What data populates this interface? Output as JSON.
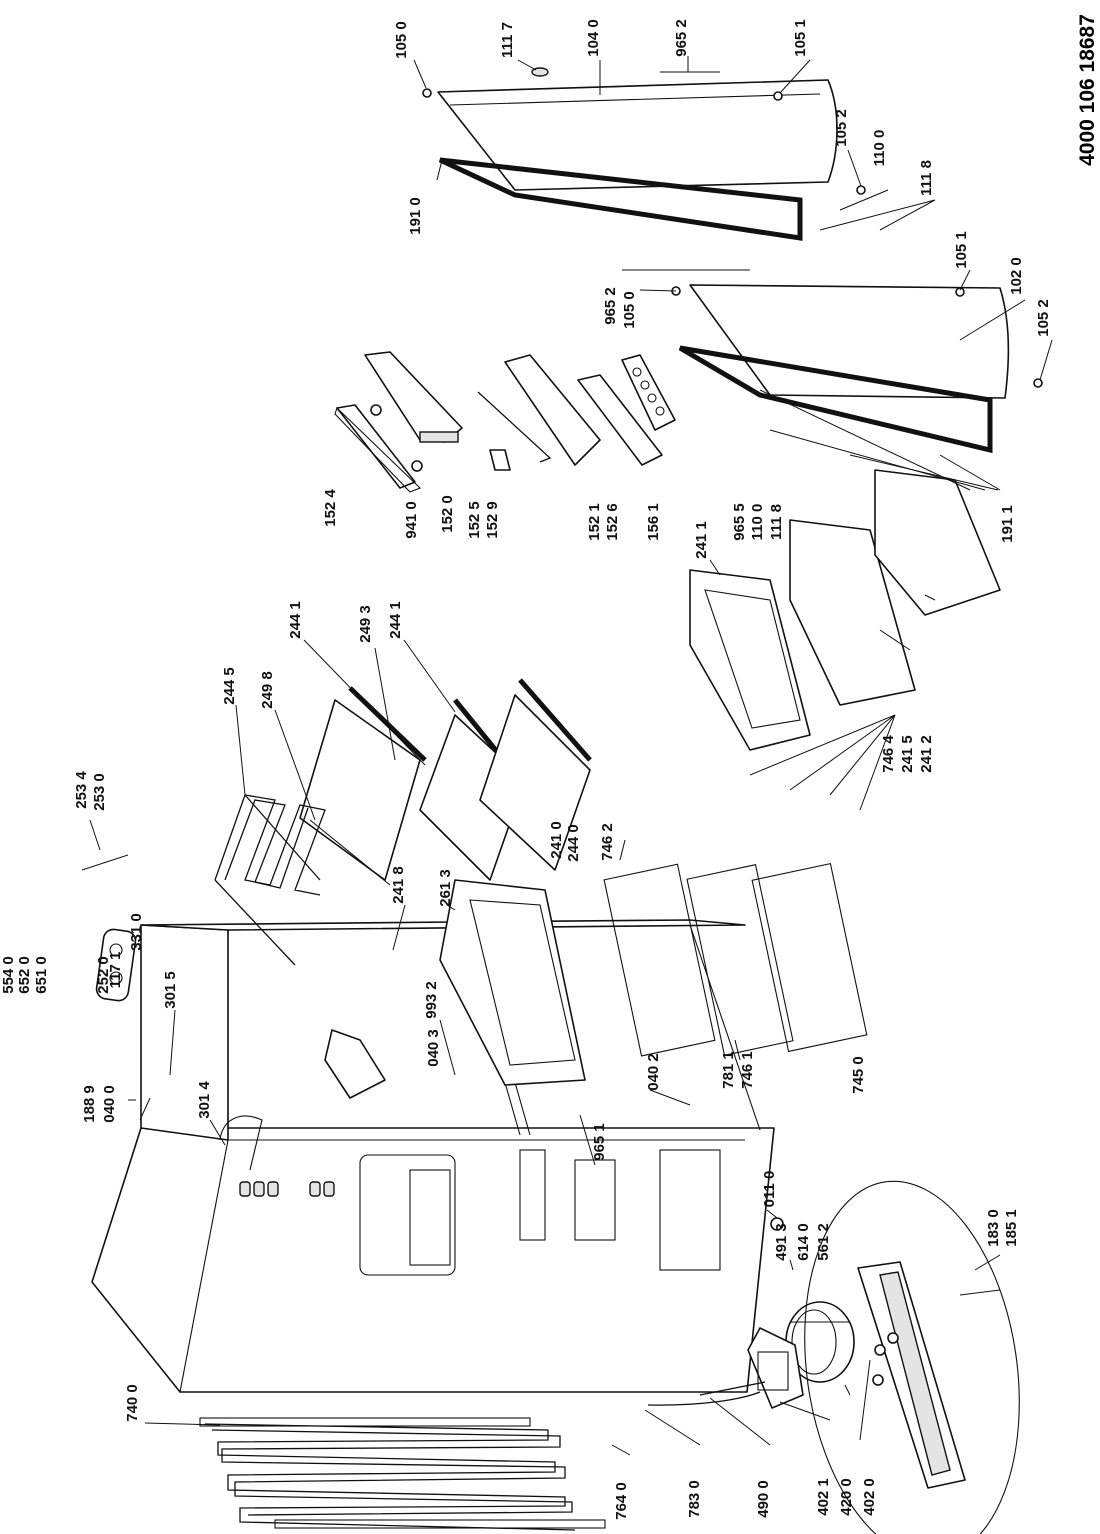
{
  "document_number": "4000 106 18687",
  "part_labels": [
    {
      "id": "p1050a",
      "text": "105 0"
    },
    {
      "id": "p1117",
      "text": "111 7"
    },
    {
      "id": "p1040",
      "text": "104 0"
    },
    {
      "id": "p9652a",
      "text": "965 2"
    },
    {
      "id": "p1051a",
      "text": "105 1"
    },
    {
      "id": "p1052a",
      "text": "105 2"
    },
    {
      "id": "p1100a",
      "text": "110 0"
    },
    {
      "id": "p1118a",
      "text": "111 8"
    },
    {
      "id": "p1910",
      "text": "191 0"
    },
    {
      "id": "p1051b",
      "text": "105 1"
    },
    {
      "id": "p1020",
      "text": "102 0"
    },
    {
      "id": "p9652b",
      "text": "965 2"
    },
    {
      "id": "p1050b",
      "text": "105 0"
    },
    {
      "id": "p1052b",
      "text": "105 2"
    },
    {
      "id": "p1524",
      "text": "152 4"
    },
    {
      "id": "p9410",
      "text": "941 0"
    },
    {
      "id": "p1520",
      "text": "152 0"
    },
    {
      "id": "p1525",
      "text": "152 5"
    },
    {
      "id": "p1529",
      "text": "152 9"
    },
    {
      "id": "p1521",
      "text": "152 1"
    },
    {
      "id": "p1526",
      "text": "152 6"
    },
    {
      "id": "p1561",
      "text": "156 1"
    },
    {
      "id": "p9655",
      "text": "965 5"
    },
    {
      "id": "p1100b",
      "text": "110 0"
    },
    {
      "id": "p1118b",
      "text": "111 8"
    },
    {
      "id": "p1911",
      "text": "191 1"
    },
    {
      "id": "p2411a",
      "text": "241 1"
    },
    {
      "id": "p2441a",
      "text": "244 1"
    },
    {
      "id": "p2493",
      "text": "249 3"
    },
    {
      "id": "p2441b",
      "text": "244 1"
    },
    {
      "id": "p2445",
      "text": "244 5"
    },
    {
      "id": "p2498",
      "text": "249 8"
    },
    {
      "id": "p2534",
      "text": "253 4"
    },
    {
      "id": "p2530",
      "text": "253 0"
    },
    {
      "id": "p1171",
      "text": "117 1"
    },
    {
      "id": "p3310",
      "text": "331 0"
    },
    {
      "id": "p5540",
      "text": "554 0"
    },
    {
      "id": "p6520",
      "text": "652 0"
    },
    {
      "id": "p6510",
      "text": "651 0"
    },
    {
      "id": "p2520",
      "text": "252 0"
    },
    {
      "id": "p7464",
      "text": "746 4"
    },
    {
      "id": "p2415",
      "text": "241 5"
    },
    {
      "id": "p2412",
      "text": "241 2"
    },
    {
      "id": "p2410",
      "text": "241 0"
    },
    {
      "id": "p2440",
      "text": "244 0"
    },
    {
      "id": "p7462",
      "text": "746 2"
    },
    {
      "id": "p2613",
      "text": "261 3"
    },
    {
      "id": "p2418",
      "text": "241 8"
    },
    {
      "id": "p9932",
      "text": "993 2"
    },
    {
      "id": "p0403",
      "text": "040 3"
    },
    {
      "id": "p3015",
      "text": "301 5"
    },
    {
      "id": "p3014",
      "text": "301 4"
    },
    {
      "id": "p1889",
      "text": "188 9"
    },
    {
      "id": "p0400",
      "text": "040 0"
    },
    {
      "id": "p9651",
      "text": "965 1"
    },
    {
      "id": "p0402",
      "text": "040 2"
    },
    {
      "id": "p7811",
      "text": "781 1"
    },
    {
      "id": "p7461",
      "text": "746 1"
    },
    {
      "id": "p7450",
      "text": "745 0"
    },
    {
      "id": "p0110",
      "text": "011 0"
    },
    {
      "id": "p4913",
      "text": "491 3"
    },
    {
      "id": "p6140",
      "text": "614 0"
    },
    {
      "id": "p5612",
      "text": "561 2"
    },
    {
      "id": "p1830",
      "text": "183 0"
    },
    {
      "id": "p1851",
      "text": "185 1"
    },
    {
      "id": "p7400",
      "text": "740 0"
    },
    {
      "id": "p7640",
      "text": "764 0"
    },
    {
      "id": "p7830",
      "text": "783 0"
    },
    {
      "id": "p4900",
      "text": "490 0"
    },
    {
      "id": "p4021",
      "text": "402 1"
    },
    {
      "id": "p4200",
      "text": "420 0"
    },
    {
      "id": "p4020",
      "text": "402 0"
    }
  ]
}
